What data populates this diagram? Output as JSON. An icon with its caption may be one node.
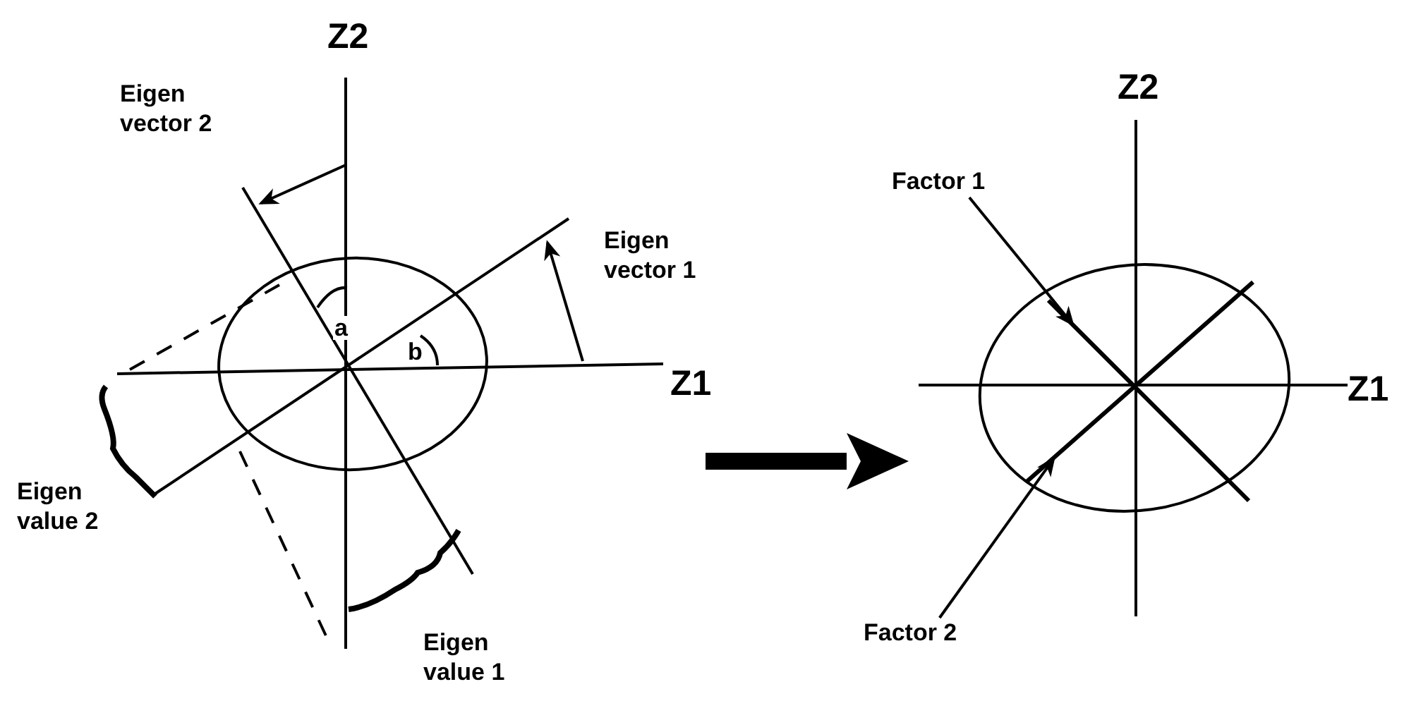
{
  "diagram": {
    "nodes": [
      {
        "text": [],
        "shape": "picture"
      },
      {
        "text": [],
        "shape": "picture"
      },
      {
        "text": [
          "Factor 1"
        ]
      },
      {
        "text": [
          "Factor 2"
        ]
      },
      {
        "text": [],
        "shape": "bar",
        "in": 1
      },
      {
        "text": [],
        "shape": "bar",
        "in": 1
      }
    ],
    "edges": [
      {
        "from": 0,
        "to": 1,
        "arrow": "to",
        "style": "thick"
      },
      {
        "from": 2,
        "to": 4,
        "arrow": "to"
      },
      {
        "from": 3,
        "to": 5,
        "arrow": "to"
      }
    ],
    "labels": [
      "Z2",
      "Eigen vector 2",
      "Eigen vector 1",
      "a",
      "b",
      "Z1",
      "Eigen value 2",
      "Eigen value 1",
      "Z2",
      "Z1"
    ]
  }
}
